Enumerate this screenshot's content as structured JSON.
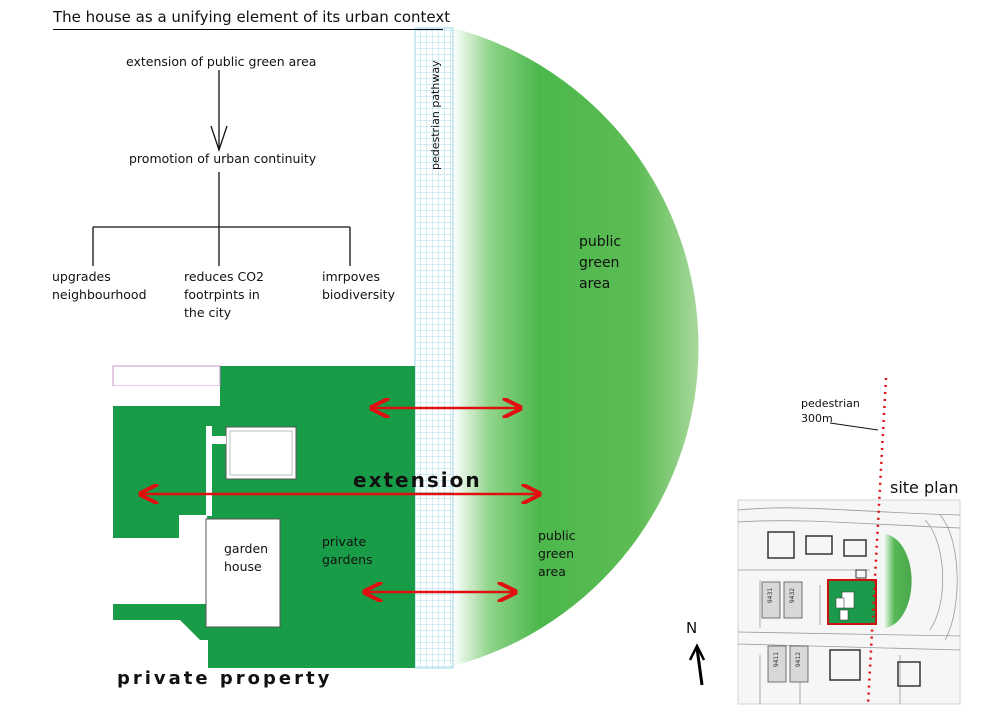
{
  "title": "The house as a unifying element of its urban context",
  "tree": {
    "root": "extension of public green area",
    "middle": "promotion of urban continuity",
    "leaves": [
      "upgrades\nneighbourhood",
      "reduces CO2\nfootrpints in\nthe city",
      "imrpoves\nbiodiversity"
    ]
  },
  "labels": {
    "pedestrian_pathway": "pedestrian pathway",
    "public_green_area_top": "public\ngreen\narea",
    "public_green_area_bottom": "public\ngreen\narea",
    "private_gardens": "private\ngardens",
    "garden_house": "garden\nhouse",
    "extension": "extension",
    "private_property": "private property",
    "pedestrian_distance": "pedestrian\n300m",
    "site_plan": "site plan",
    "north": "N"
  },
  "colors": {
    "green": "#1a9a4a",
    "public_green": "#4cb84c",
    "arrow": "#e01010",
    "grid": "#7ec8d8"
  },
  "inset_parcel_labels": [
    "9431",
    "9432",
    "9411",
    "9412"
  ]
}
